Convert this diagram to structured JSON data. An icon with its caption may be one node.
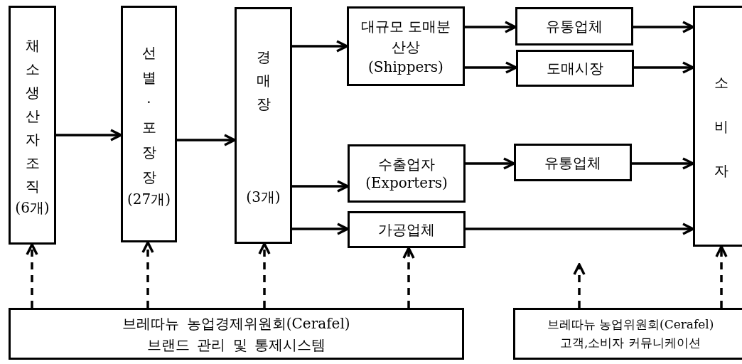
{
  "diagram": {
    "nodes": [
      {
        "text": [
          "채소생산자조직",
          "(6개)"
        ]
      },
      {
        "text": [
          "선별·포장장",
          "(27개)"
        ]
      },
      {
        "text": [
          "경매장",
          "(3개)"
        ]
      },
      {
        "text": [
          "대규모 도매분산상",
          "(Shippers)"
        ]
      },
      {
        "text": [
          "수출업자",
          "(Exporters)"
        ]
      },
      {
        "text": [
          "가공업체"
        ]
      },
      {
        "text": [
          "유통업체"
        ]
      },
      {
        "text": [
          "도매시장"
        ]
      },
      {
        "text": [
          "유통업체"
        ]
      },
      {
        "text": [
          "소비자"
        ]
      },
      {
        "text": [
          "브레따뉴 농업경제위원회(Cerafel)",
          "브랜드 관리 및 통제시스템"
        ]
      },
      {
        "text": [
          "브레따뉴 농업위원회(Cerafel)",
          "고객,소비자 커뮤니케이션"
        ]
      }
    ],
    "edges": [
      {
        "from": 0,
        "to": 1,
        "arrow": "to"
      },
      {
        "from": 1,
        "to": 2,
        "arrow": "to"
      },
      {
        "from": 2,
        "to": 3,
        "arrow": "to"
      },
      {
        "from": 2,
        "to": 4,
        "arrow": "to"
      },
      {
        "from": 2,
        "to": 5,
        "arrow": "to"
      },
      {
        "from": 3,
        "to": 6,
        "arrow": "to"
      },
      {
        "from": 3,
        "to": 7,
        "arrow": "to"
      },
      {
        "from": 4,
        "to": 8,
        "arrow": "to"
      },
      {
        "from": 5,
        "to": 9,
        "arrow": "to"
      },
      {
        "from": 6,
        "to": 9,
        "arrow": "to"
      },
      {
        "from": 7,
        "to": 9,
        "arrow": "to"
      },
      {
        "from": 8,
        "to": 9,
        "arrow": "to"
      },
      {
        "from": 10,
        "to": 0,
        "arrow": "to",
        "style": "dashed"
      },
      {
        "from": 10,
        "to": 1,
        "arrow": "to",
        "style": "dashed"
      },
      {
        "from": 10,
        "to": 2,
        "arrow": "to",
        "style": "dashed"
      },
      {
        "from": 10,
        "to": 5,
        "arrow": "to",
        "style": "dashed"
      },
      {
        "from": 11,
        "to": null,
        "arrow": "to",
        "style": "dashed"
      },
      {
        "from": 11,
        "to": 9,
        "arrow": "to",
        "style": "dashed"
      }
    ]
  }
}
